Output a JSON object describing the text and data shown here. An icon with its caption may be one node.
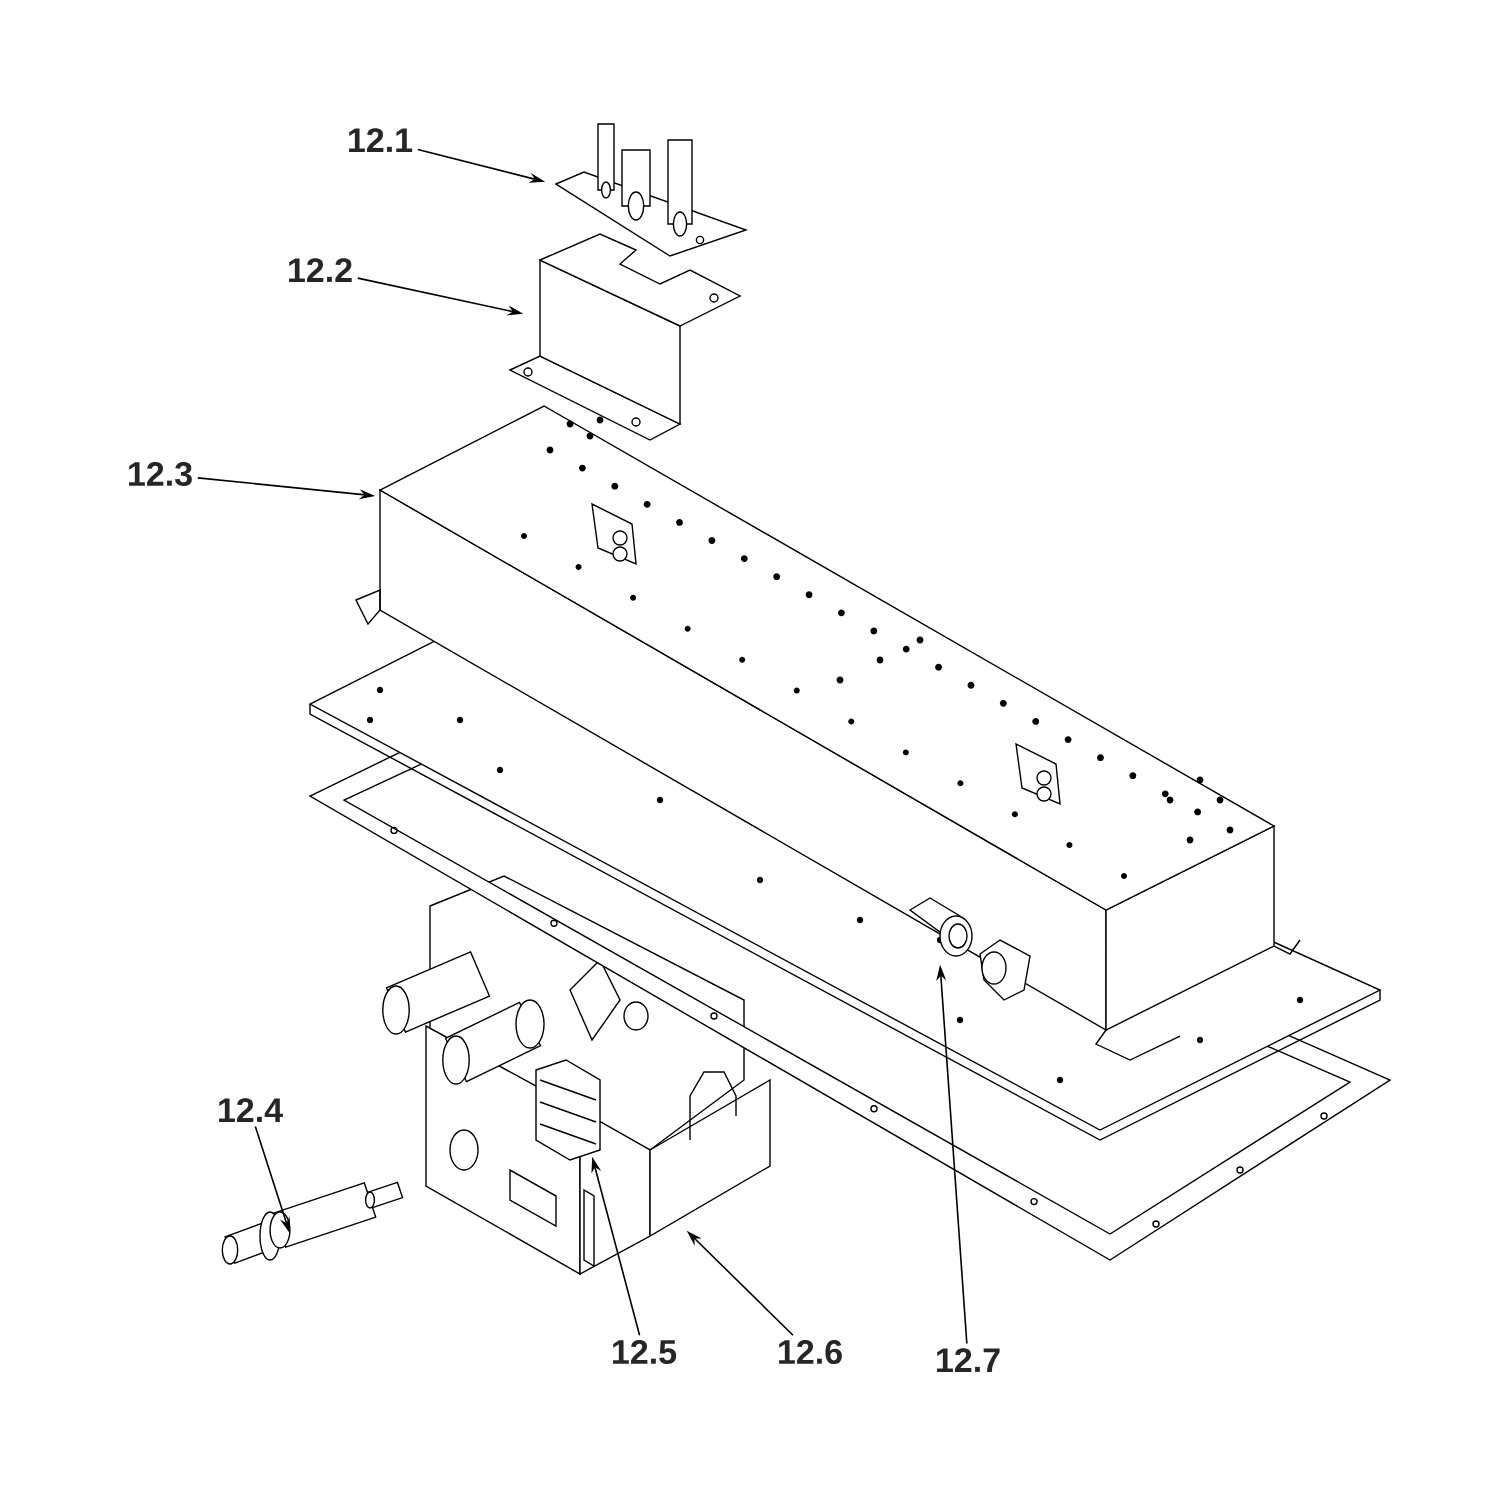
{
  "diagram": {
    "nodes": [
      {
        "text": [
          "12.1"
        ]
      },
      {
        "text": [
          "12.2"
        ]
      },
      {
        "text": [
          "12.3"
        ]
      },
      {
        "text": [
          "12.4"
        ]
      },
      {
        "text": [
          "12.5"
        ]
      },
      {
        "text": [
          "12.6"
        ]
      },
      {
        "text": [
          "12.7"
        ]
      },
      {
        "text": [],
        "shape": "picture"
      },
      {
        "text": [],
        "shape": "picture"
      },
      {
        "text": [],
        "shape": "picture"
      },
      {
        "text": [],
        "shape": "picture"
      },
      {
        "text": [],
        "shape": "picture"
      },
      {
        "text": [],
        "shape": "picture"
      },
      {
        "text": [],
        "shape": "picture"
      }
    ],
    "edges": [
      {
        "from": 0,
        "to": 7,
        "arrow": "to"
      },
      {
        "from": 1,
        "to": 8,
        "arrow": "to"
      },
      {
        "from": 2,
        "to": 9,
        "arrow": "to"
      },
      {
        "from": 3,
        "to": 10,
        "arrow": "to"
      },
      {
        "from": 4,
        "to": 11,
        "arrow": "to"
      },
      {
        "from": 5,
        "to": 12,
        "arrow": "to"
      },
      {
        "from": 6,
        "to": 13,
        "arrow": "to"
      }
    ]
  }
}
